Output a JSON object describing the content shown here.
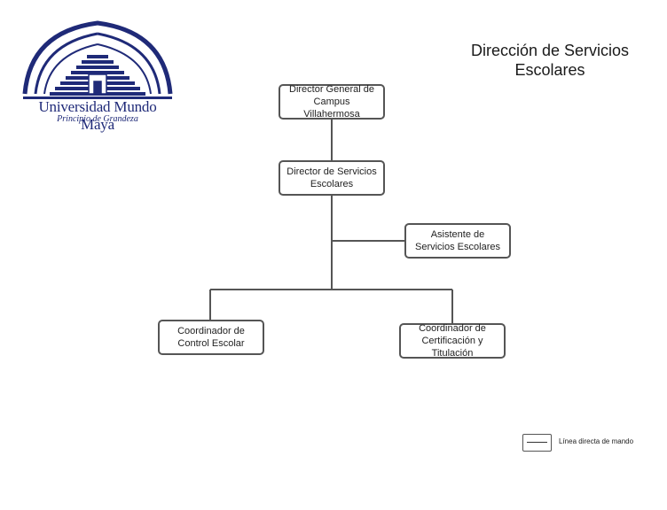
{
  "title": {
    "line1": "Dirección de Servicios",
    "line2": "Escolares"
  },
  "logo": {
    "name": "Universidad Mundo Maya",
    "tagline": "Principio de Grandeza",
    "color": "#1f2a78"
  },
  "nodes": {
    "director_general": {
      "line1": "Director General de",
      "line2": "Campus Villahermosa"
    },
    "director_servicios": {
      "line1": "Director de Servicios",
      "line2": "Escolares"
    },
    "asistente": {
      "line1": "Asistente de",
      "line2": "Servicios Escolares"
    },
    "coordinador_control": {
      "line1": "Coordinador de",
      "line2": "Control Escolar"
    },
    "coordinador_certificacion": {
      "line1": "Coordinador de",
      "line2": "Certificación y Titulación"
    }
  },
  "legend": {
    "label": "Línea directa de mando"
  },
  "colors": {
    "line": "#555555",
    "box_border": "#555555",
    "text": "#222222"
  }
}
